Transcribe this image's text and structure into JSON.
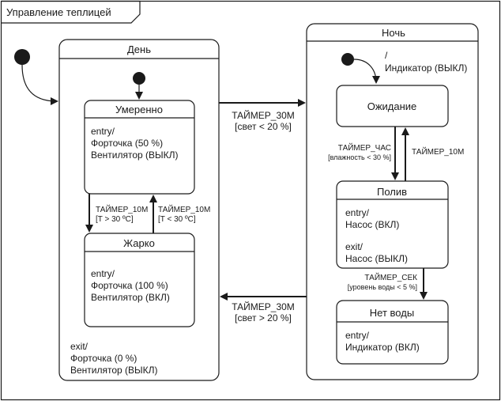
{
  "frame_title": "Управление теплицей",
  "day": {
    "title": "День",
    "exit_lines": [
      "exit/",
      "Форточка (0 %)",
      "Вентилятор (ВЫКЛ)"
    ]
  },
  "night": {
    "title": "Ночь",
    "init_label": [
      "/",
      "Индикатор (ВЫКЛ)"
    ]
  },
  "states": {
    "moderate": {
      "title": "Умеренно",
      "lines": [
        "entry/",
        "Форточка (50 %)",
        "Вентилятор (ВЫКЛ)"
      ]
    },
    "hot": {
      "title": "Жарко",
      "lines": [
        "entry/",
        "Форточка (100 %)",
        "Вентилятор (ВКЛ)"
      ]
    },
    "waiting": {
      "title": "Ожидание"
    },
    "watering": {
      "title": "Полив",
      "lines": [
        "entry/",
        "Насос (ВКЛ)",
        "",
        "exit/",
        "Насос (ВЫКЛ)"
      ]
    },
    "no_water": {
      "title": "Нет воды",
      "lines": [
        "entry/",
        "Индикатор (ВКЛ)"
      ]
    }
  },
  "transitions": {
    "day_to_night": {
      "event": "ТАЙМЕР_30М",
      "guard": "[свет < 20 %]"
    },
    "night_to_day": {
      "event": "ТАЙМЕР_30М",
      "guard": "[свет > 20 %]"
    },
    "moderate_to_hot": {
      "event": "ТАЙМЕР_10М",
      "guard": "[T > 30 ºC]"
    },
    "hot_to_moderate": {
      "event": "ТАЙМЕР_10М",
      "guard": "[T < 30 ºC]"
    },
    "waiting_to_water": {
      "event": "ТАЙМЕР_ЧАС",
      "guard": "[влажность < 30 %]"
    },
    "water_to_waiting": {
      "event": "ТАЙМЕР_10М"
    },
    "water_to_nowater": {
      "event": "ТАЙМЕР_СЕК",
      "guard": "[уровень воды < 5 %]"
    }
  }
}
